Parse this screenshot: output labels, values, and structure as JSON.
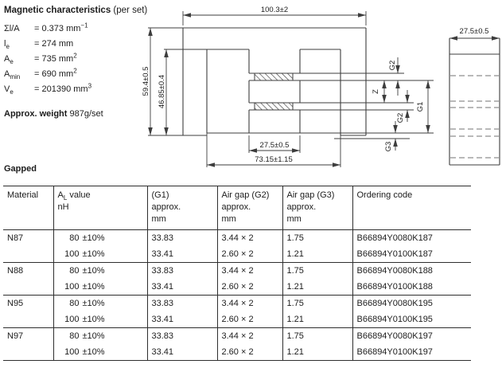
{
  "magnetic": {
    "title_bold": "Magnetic characteristics",
    "title_rest": " (per set)",
    "properties": [
      {
        "sym": "Σl/A",
        "sub": "",
        "val": "= 0.373 mm",
        "sup": "−1"
      },
      {
        "sym": "l",
        "sub": "e",
        "val": "= 274 mm",
        "sup": ""
      },
      {
        "sym": "A",
        "sub": "e",
        "val": "= 735 mm",
        "sup": "2"
      },
      {
        "sym": "A",
        "sub": "min",
        "val": "= 690 mm",
        "sup": "2"
      },
      {
        "sym": "V",
        "sub": "e",
        "val": "= 201390 mm",
        "sup": "3"
      }
    ],
    "weight_bold": "Approx. weight",
    "weight_rest": " 987g/set"
  },
  "drawing": {
    "dim_overall_width": "100.3±2",
    "dim_height_outer": "59.4±0.5",
    "dim_height_inner": "46.85±0.4",
    "dim_center_leg": "27.5±0.5",
    "dim_window_span": "73.15±1.15",
    "dim_side_width": "27.5±0.5",
    "label_g2_top": "G2",
    "label_z": "Z",
    "label_g1": "G1",
    "label_g2_mid": "G2",
    "label_g3": "G3"
  },
  "section_title": "Gapped",
  "table": {
    "col_material": "Material",
    "col_al": {
      "pre": "A",
      "sub": "L",
      "rest": " value",
      "line2": "nH"
    },
    "col_g1": {
      "line1": "(G1)",
      "line2": "approx.",
      "line3": "mm"
    },
    "col_g2": {
      "line1": "Air gap (G2)",
      "line2": "approx.",
      "line3": "mm"
    },
    "col_g3": {
      "line1": "Air gap (G3)",
      "line2": "approx.",
      "line3": "mm"
    },
    "col_code": "Ordering code",
    "groups": [
      {
        "material": "N87",
        "rows": [
          {
            "al": "80",
            "tol": "±10%",
            "g1": "33.83",
            "g2": "3.44 × 2",
            "g3": "1.75",
            "code": "B66894Y0080K187"
          },
          {
            "al": "100",
            "tol": "±10%",
            "g1": "33.41",
            "g2": "2.60 × 2",
            "g3": "1.21",
            "code": "B66894Y0100K187"
          }
        ]
      },
      {
        "material": "N88",
        "rows": [
          {
            "al": "80",
            "tol": "±10%",
            "g1": "33.83",
            "g2": "3.44 × 2",
            "g3": "1.75",
            "code": "B66894Y0080K188"
          },
          {
            "al": "100",
            "tol": "±10%",
            "g1": "33.41",
            "g2": "2.60 × 2",
            "g3": "1.21",
            "code": "B66894Y0100K188"
          }
        ]
      },
      {
        "material": "N95",
        "rows": [
          {
            "al": "80",
            "tol": "±10%",
            "g1": "33.83",
            "g2": "3.44 × 2",
            "g3": "1.75",
            "code": "B66894Y0080K195"
          },
          {
            "al": "100",
            "tol": "±10%",
            "g1": "33.41",
            "g2": "2.60 × 2",
            "g3": "1.21",
            "code": "B66894Y0100K195"
          }
        ]
      },
      {
        "material": "N97",
        "rows": [
          {
            "al": "80",
            "tol": "±10%",
            "g1": "33.83",
            "g2": "3.44 × 2",
            "g3": "1.75",
            "code": "B66894Y0080K197"
          },
          {
            "al": "100",
            "tol": "±10%",
            "g1": "33.41",
            "g2": "2.60 × 2",
            "g3": "1.21",
            "code": "B66894Y0100K197"
          }
        ]
      }
    ]
  }
}
